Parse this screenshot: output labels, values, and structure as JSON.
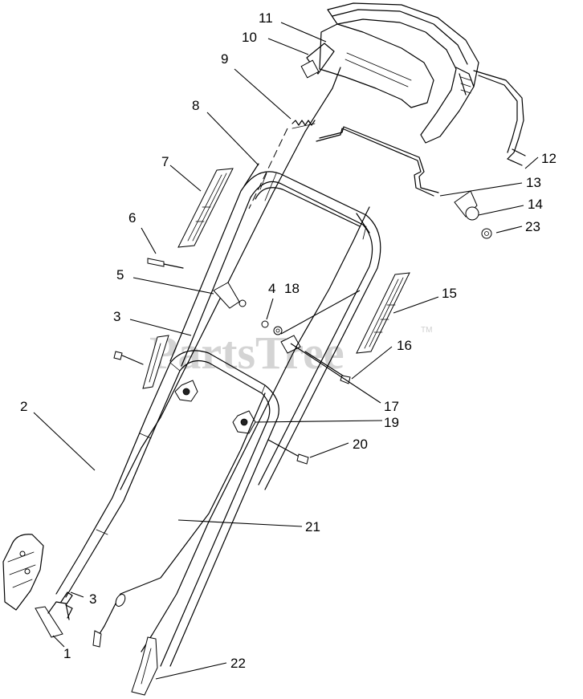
{
  "watermark": {
    "text": "PartsTree",
    "tm": "TM"
  },
  "callouts": [
    {
      "id": "c1",
      "label": "1"
    },
    {
      "id": "c2",
      "label": "2"
    },
    {
      "id": "c3a",
      "label": "3"
    },
    {
      "id": "c3b",
      "label": "3"
    },
    {
      "id": "c4",
      "label": "4"
    },
    {
      "id": "c5",
      "label": "5"
    },
    {
      "id": "c6",
      "label": "6"
    },
    {
      "id": "c7",
      "label": "7"
    },
    {
      "id": "c8",
      "label": "8"
    },
    {
      "id": "c9",
      "label": "9"
    },
    {
      "id": "c10",
      "label": "10"
    },
    {
      "id": "c11",
      "label": "11"
    },
    {
      "id": "c12",
      "label": "12"
    },
    {
      "id": "c13",
      "label": "13"
    },
    {
      "id": "c14",
      "label": "14"
    },
    {
      "id": "c15",
      "label": "15"
    },
    {
      "id": "c16",
      "label": "16"
    },
    {
      "id": "c17",
      "label": "17"
    },
    {
      "id": "c18",
      "label": "18"
    },
    {
      "id": "c19",
      "label": "19"
    },
    {
      "id": "c20",
      "label": "20"
    },
    {
      "id": "c21",
      "label": "21"
    },
    {
      "id": "c22",
      "label": "22"
    },
    {
      "id": "c23",
      "label": "23"
    }
  ]
}
